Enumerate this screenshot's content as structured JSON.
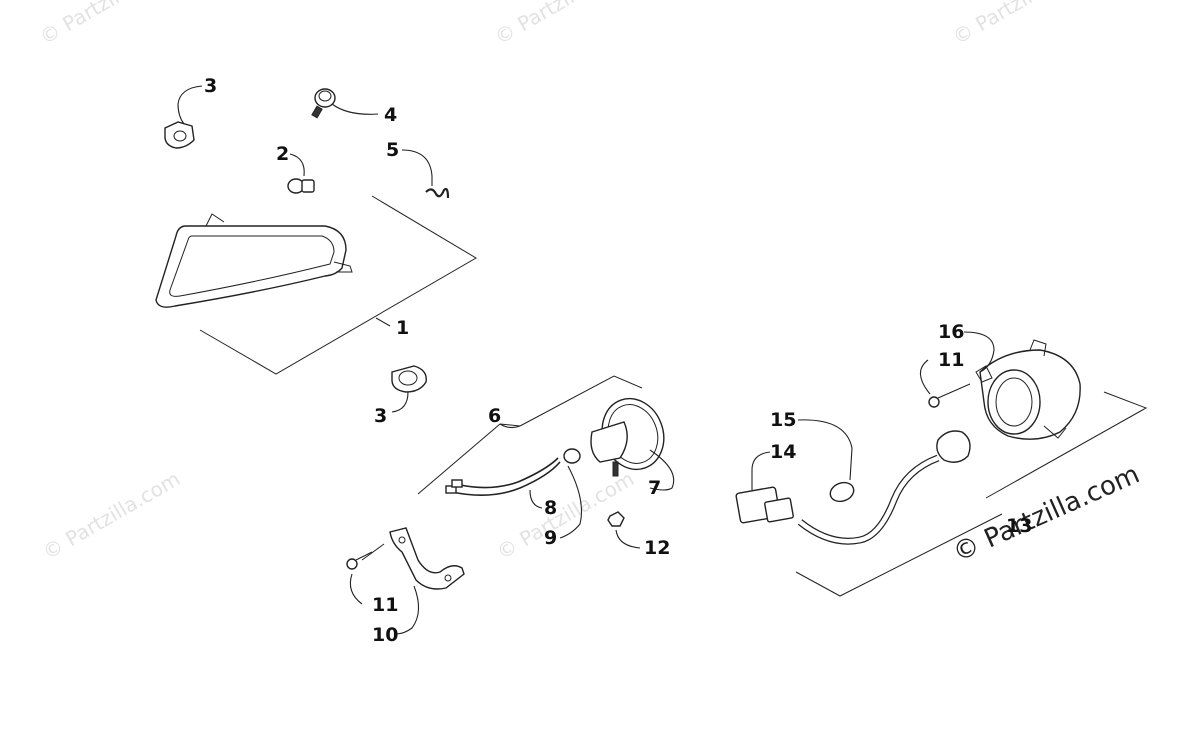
{
  "watermarks": {
    "small": "© Partzilla.com",
    "large": "© Partzilla.com"
  },
  "callouts": {
    "c1": "1",
    "c2": "2",
    "c3a": "3",
    "c3b": "3",
    "c4": "4",
    "c5": "5",
    "c6": "6",
    "c7": "7",
    "c8": "8",
    "c9": "9",
    "c10": "10",
    "c11a": "11",
    "c11b": "11",
    "c12": "12",
    "c13": "13",
    "c14": "14",
    "c15": "15",
    "c16": "16"
  }
}
